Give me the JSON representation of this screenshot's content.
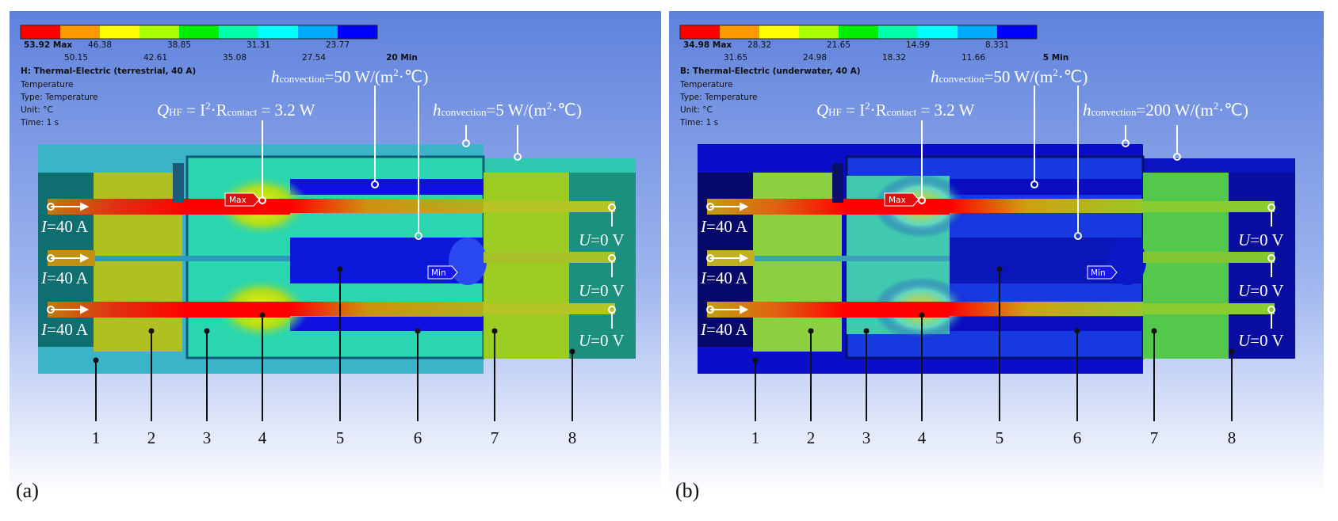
{
  "panels": [
    {
      "label": "(a)",
      "legend": {
        "title": "H: Thermal-Electric (terrestrial, 40 A)",
        "quantity": "Temperature",
        "type": "Type: Temperature",
        "unit": "Unit: °C",
        "time": "Time: 1 s",
        "max_label": "53.92 Max",
        "min_label": "20 Min",
        "ticks_top": [
          "46.38",
          "38.85",
          "31.31",
          "23.77"
        ],
        "ticks_bottom": [
          "50.15",
          "42.61",
          "35.08",
          "27.54"
        ]
      },
      "annotations": {
        "q_label": "Q",
        "q_sub": "HF",
        "q_eq": " = I",
        "q_sup": "2",
        "q_r": "·R",
        "q_rsub": "contact",
        "q_val": " = 3.2 W",
        "h1_label": "h",
        "h1_sub": "convection",
        "h1_val": "=50 W/(m",
        "h1_sup": "2",
        "h1_unit": "·℃)",
        "h2_label": "h",
        "h2_sub": "convection",
        "h2_val": "=5 W/(m",
        "h2_sup": "2",
        "h2_unit": "·℃)",
        "i_var": "I",
        "i_val": "=40 A",
        "u_var": "U",
        "u_val": "=0 V",
        "max_tag": "Max",
        "min_tag": "Min"
      },
      "part_numbers": [
        "1",
        "2",
        "3",
        "4",
        "5",
        "6",
        "7",
        "8"
      ],
      "colors": {
        "background_top": "#6d8ee0",
        "background_bottom": "#ffffff",
        "ambient": "#3bbdd0",
        "fluid": "#2ad6b0",
        "channel": "#1010e0"
      }
    },
    {
      "label": "(b)",
      "legend": {
        "title": "B: Thermal-Electric (underwater, 40 A)",
        "quantity": "Temperature",
        "type": "Type: Temperature",
        "unit": "Unit: °C",
        "time": "Time: 1 s",
        "max_label": "34.98 Max",
        "min_label": "5 Min",
        "ticks_top": [
          "28.32",
          "21.65",
          "14.99",
          "8.331"
        ],
        "ticks_bottom": [
          "31.65",
          "24.98",
          "18.32",
          "11.66"
        ]
      },
      "annotations": {
        "q_label": "Q",
        "q_sub": "HF",
        "q_eq": " = I",
        "q_sup": "2",
        "q_r": "·R",
        "q_rsub": "contact",
        "q_val": " = 3.2 W",
        "h1_label": "h",
        "h1_sub": "convection",
        "h1_val": "=50 W/(m",
        "h1_sup": "2",
        "h1_unit": "·℃)",
        "h2_label": "h",
        "h2_sub": "convection",
        "h2_val": "=200 W/(m",
        "h2_sup": "2",
        "h2_unit": "·℃)",
        "i_var": "I",
        "i_val": "=40 A",
        "u_var": "U",
        "u_val": "=0 V",
        "max_tag": "Max",
        "min_tag": "Min"
      },
      "part_numbers": [
        "1",
        "2",
        "3",
        "4",
        "5",
        "6",
        "7",
        "8"
      ],
      "colors": {
        "background_top": "#6d8ee0",
        "background_bottom": "#ffffff",
        "ambient": "#0a10c8",
        "fluid": "#1030e0",
        "channel": "#0a14c0"
      }
    }
  ],
  "colorbar": [
    "#ff0000",
    "#ff9900",
    "#ffff00",
    "#aaff00",
    "#00ee00",
    "#00ffaa",
    "#00ffff",
    "#00aaff",
    "#0000ff"
  ]
}
